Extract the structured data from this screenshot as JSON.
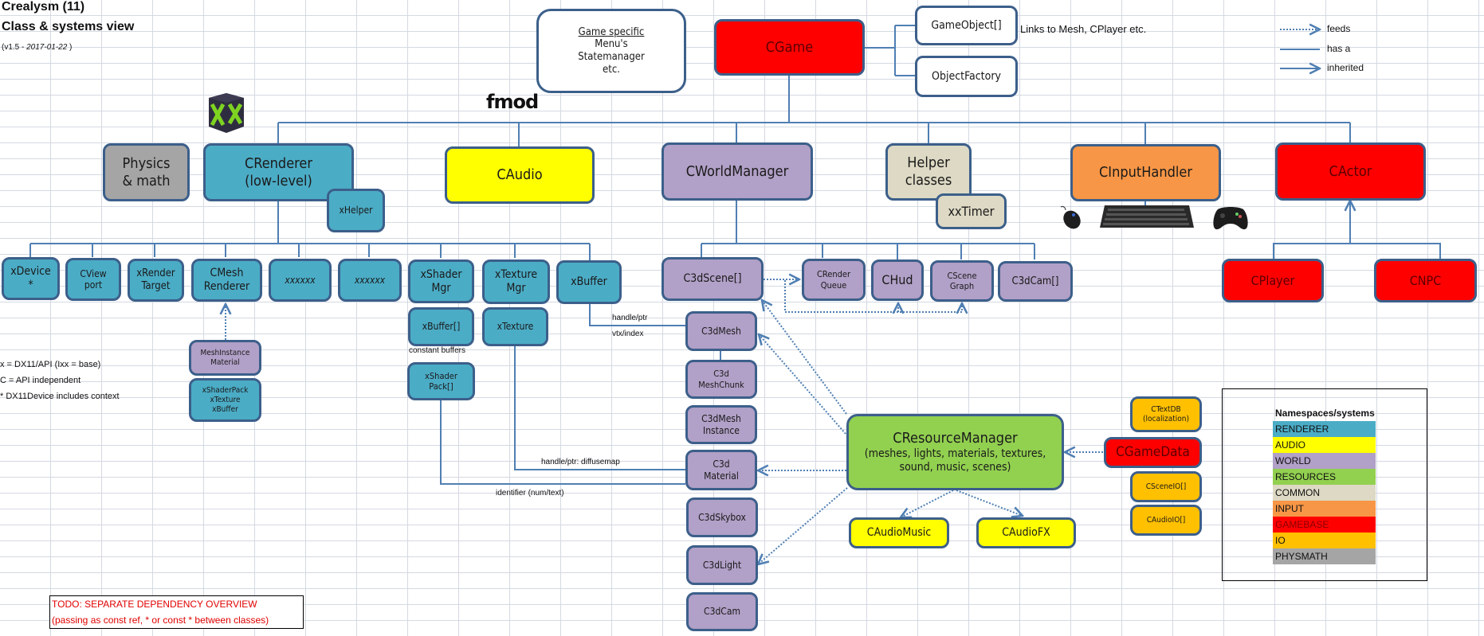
{
  "header": {
    "title": "Crealysm (11)",
    "subtitle": "Class & systems view",
    "version_prefix": "(v1.5 - ",
    "version_date": "2017-01-22",
    "version_suffix": " )"
  },
  "key": {
    "feeds": "feeds",
    "has_a": "has a",
    "inherited": "inherited"
  },
  "logos": {
    "directx": "directx-logo",
    "fmod": "fmod"
  },
  "top": {
    "game_specific_heading": "Game specific",
    "game_specific_lines": "Menu's\nStatemanager\netc.",
    "cgame": "CGame",
    "gameobject": "GameObject[]",
    "objectfactory": "ObjectFactory",
    "links_note": "Links to Mesh, CPlayer etc."
  },
  "systems": {
    "physics": "Physics\n& math",
    "crenderer": "CRenderer\n(low-level)",
    "xhelper": "xHelper",
    "caudio": "CAudio",
    "cworldmanager": "CWorldManager",
    "helper": "Helper\nclasses",
    "xxtimer": "xxTimer",
    "cinputhandler": "CInputHandler",
    "cactor": "CActor"
  },
  "renderer_children": [
    "xDevice\n*",
    "CView\nport",
    "xRender\nTarget",
    "CMesh\nRenderer",
    "xxxxxx",
    "xxxxxx",
    "xShader\nMgr",
    "xTexture\nMgr",
    "xBuffer"
  ],
  "renderer_sub": {
    "meshinstance_material": "MeshInstance\nMaterial",
    "shaderpack_group": "xShaderPack\nxTexture\nxBuffer",
    "xbuffer_array": "xBuffer[]",
    "constant_buffers": "constant buffers",
    "xtexture": "xTexture",
    "xshaderpack": "xShader\nPack[]"
  },
  "world_children": {
    "c3dscene": "C3dScene[]",
    "crenderqueue": "CRender\nQueue",
    "chud": "CHud",
    "cscenegraph": "CScene\nGraph",
    "c3dcam_array": "C3dCam[]"
  },
  "world_column": [
    "C3dMesh",
    "C3d\nMeshChunk",
    "C3dMesh\nInstance",
    "C3d\nMaterial",
    "C3dSkybox",
    "C3dLight",
    "C3dCam"
  ],
  "edge_labels": {
    "handle_ptr": "handle/ptr",
    "vtx_index": "vtx/index",
    "handle_diffuse": "handle/ptr: diffusemap",
    "identifier": "identifier (num/text)"
  },
  "resources": {
    "title": "CResourceManager",
    "desc": "(meshes, lights, materials, textures,\nsound, music, scenes)",
    "caudiomusic": "CAudioMusic",
    "caudiofx": "CAudioFX"
  },
  "io": {
    "ctextdb": "CTextDB\n(localization)",
    "cgamedata": "CGameData",
    "csceneio": "CSceneIO[]",
    "caudioio": "CAudioIO[]"
  },
  "actors": {
    "cplayer": "CPlayer",
    "cnpc": "CNPC"
  },
  "input_devices": [
    "mouse",
    "keyboard",
    "gamepad"
  ],
  "notes": [
    "x = DX11/API (Ixx = base)",
    "C = API independent",
    "* DX11Device includes context"
  ],
  "legend": {
    "title": "Namespaces/systems",
    "items": [
      {
        "label": "RENDERER",
        "color": "#4bacc6"
      },
      {
        "label": "AUDIO",
        "color": "#ffff00"
      },
      {
        "label": "WORLD",
        "color": "#b1a0c7"
      },
      {
        "label": "RESOURCES",
        "color": "#92d050"
      },
      {
        "label": "COMMON",
        "color": "#ddd9c4"
      },
      {
        "label": "INPUT",
        "color": "#f79646"
      },
      {
        "label": "GAMEBASE",
        "color": "#ff0000"
      },
      {
        "label": "IO",
        "color": "#ffc000"
      },
      {
        "label": "PHYSMATH",
        "color": "#a5a5a5"
      }
    ]
  },
  "todo": {
    "line1": "TODO: SEPARATE DEPENDENCY OVERVIEW",
    "line2": "(passing as const ref, * or const * between classes)"
  },
  "colors": {
    "line": "#4f7fb3",
    "border": "#3c5f8a"
  }
}
